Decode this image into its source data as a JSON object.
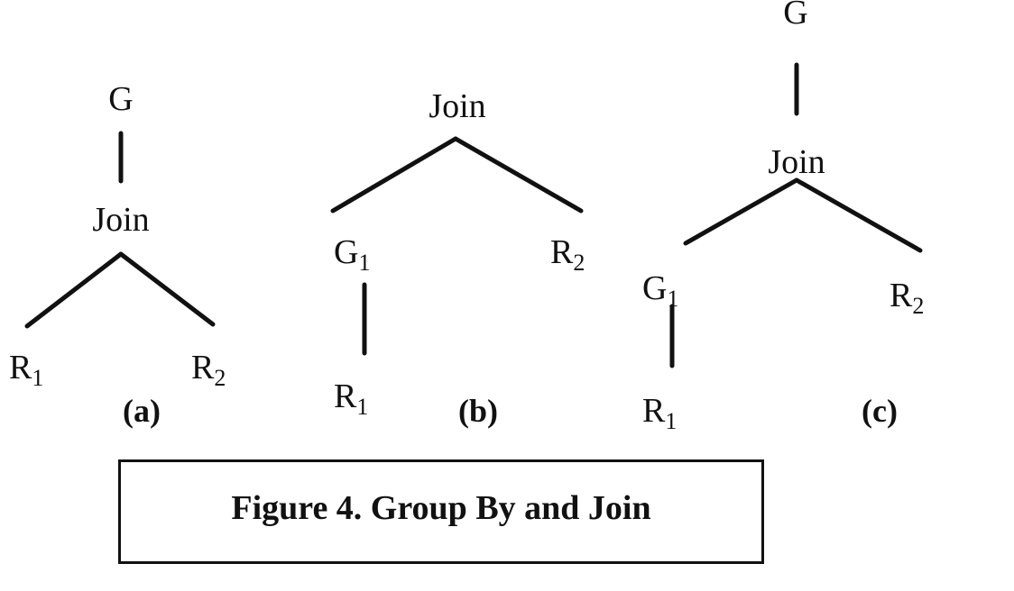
{
  "figure": {
    "caption": "Figure 4. Group By and Join",
    "panels": [
      {
        "label": "(a)",
        "nodes": {
          "root": "G",
          "join": "Join",
          "left_leaf": "R",
          "left_leaf_sub": "1",
          "right_leaf": "R",
          "right_leaf_sub": "2"
        }
      },
      {
        "label": "(b)",
        "nodes": {
          "join": "Join",
          "group": "G",
          "group_sub": "1",
          "right_leaf": "R",
          "right_leaf_sub": "2",
          "left_leaf": "R",
          "left_leaf_sub": "1"
        }
      },
      {
        "label": "(c)",
        "nodes": {
          "root": "G",
          "join": "Join",
          "group": "G",
          "group_sub": "1",
          "right_leaf": "R",
          "right_leaf_sub": "2",
          "left_leaf": "R",
          "left_leaf_sub": "1"
        }
      }
    ]
  }
}
